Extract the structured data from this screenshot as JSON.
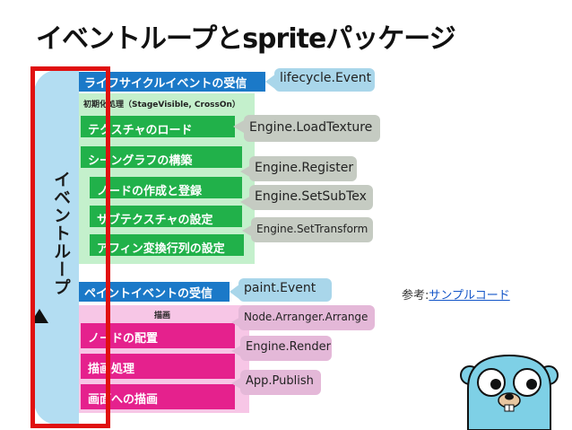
{
  "title": "イベントループとspriteパッケージ",
  "loop_label": "イベントループ",
  "lifecycle": {
    "header": "ライフサイクルイベントの受信",
    "tag": "lifecycle.Event"
  },
  "init": {
    "label": "初期化処理（StageVisible, CrossOn）",
    "steps": [
      {
        "label": "テクスチャのロード",
        "tag": "Engine.LoadTexture"
      },
      {
        "label": "シーングラフの構築",
        "tag": "Engine.Register"
      },
      {
        "label": "ノードの作成と登録",
        "tag": "Engine.SetSubTex"
      },
      {
        "label": "サブテクスチャの設定",
        "tag": "Engine.SetTransform"
      },
      {
        "label": "アフィン変換行列の設定",
        "tag": ""
      }
    ]
  },
  "paint": {
    "header": "ペイントイベントの受信",
    "tag": "paint.Event"
  },
  "draw": {
    "label": "描画",
    "steps": [
      {
        "label": "ノードの配置",
        "tag": "Node.Arranger.Arrange"
      },
      {
        "label": "描画処理",
        "tag": "Engine.Render"
      },
      {
        "label": "画面への描画",
        "tag": "App.Publish"
      }
    ]
  },
  "reference": {
    "prefix": "参考:",
    "link": "サンプルコード"
  },
  "colors": {
    "header_blue": "#1b79c8",
    "step_green": "#21b14a",
    "step_pink": "#e5218d",
    "loop_blue": "#b3ddf2",
    "frame_red": "#e01010"
  },
  "icons": {
    "mascot": "gopher-icon"
  }
}
